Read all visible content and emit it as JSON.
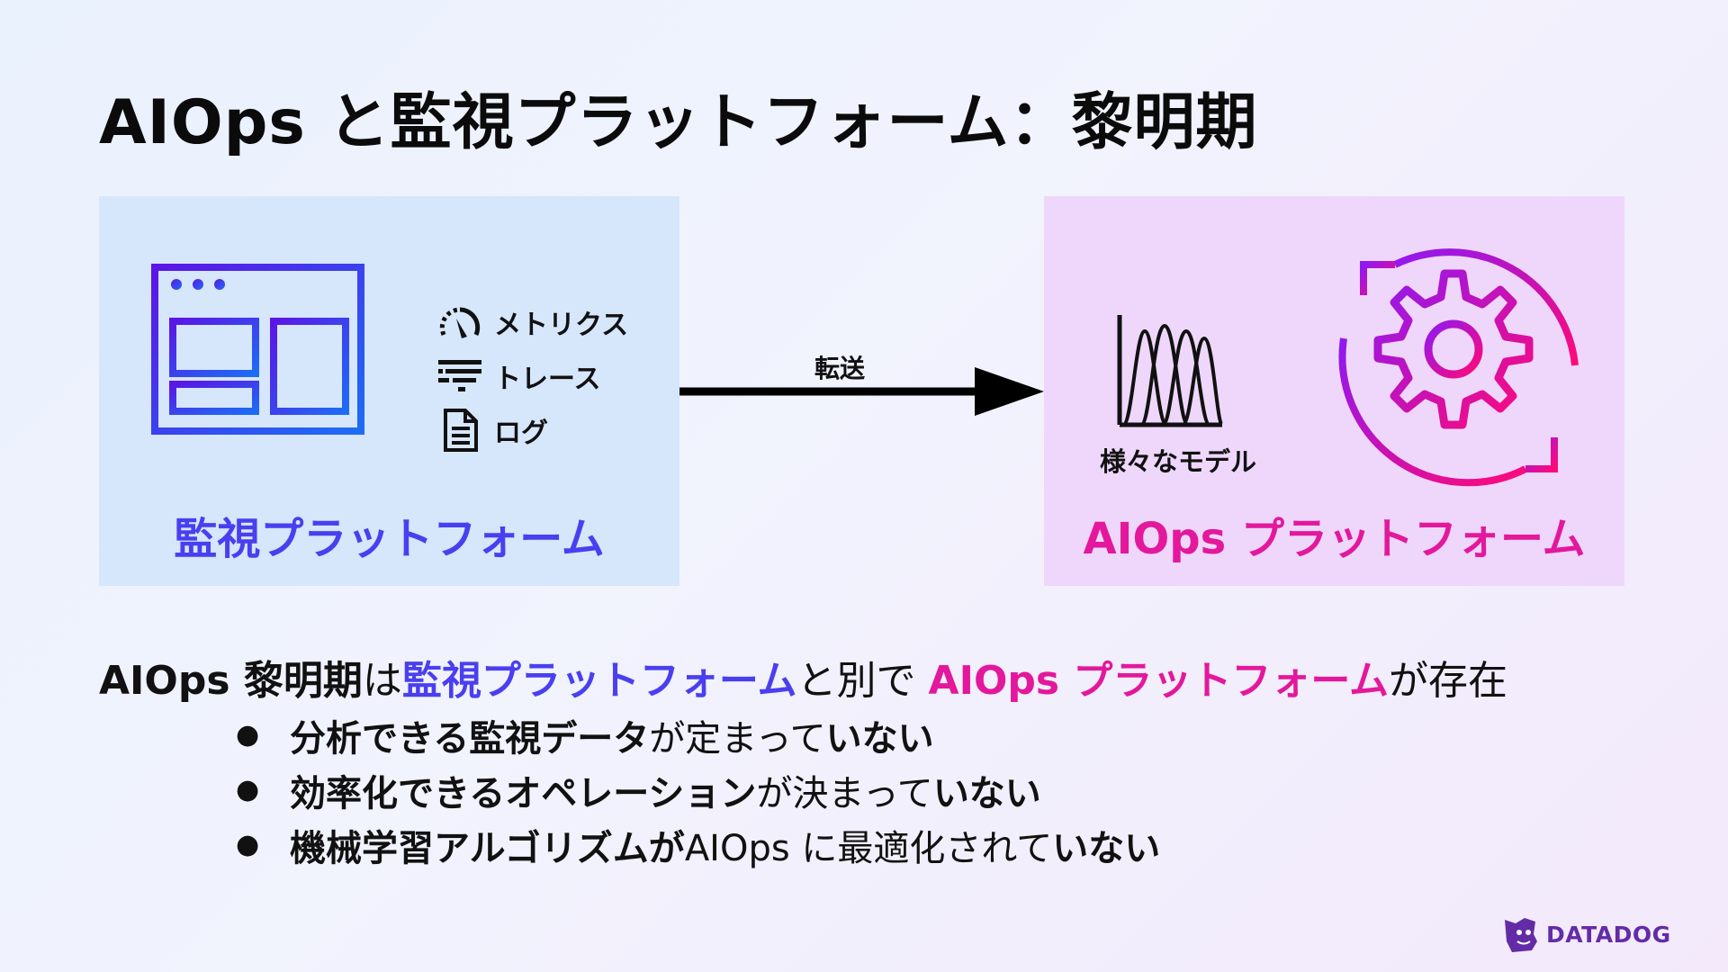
{
  "title": "AIOps と監視プラットフォーム：黎明期",
  "left_panel": {
    "label": "監視プラットフォーム",
    "signals": [
      {
        "icon": "speedometer-icon",
        "label": "メトリクス"
      },
      {
        "icon": "trace-icon",
        "label": "トレース"
      },
      {
        "icon": "document-icon",
        "label": "ログ"
      }
    ]
  },
  "arrow": {
    "label": "転送"
  },
  "right_panel": {
    "label": "AIOps プラットフォーム",
    "models_label": "様々なモデル"
  },
  "summary": {
    "prefix": "AIOps 黎明期",
    "part1": "は",
    "highlight1": "監視プラットフォーム",
    "part2": "と別で ",
    "highlight2": "AIOps プラットフォーム",
    "part3": "が存在"
  },
  "bullets": [
    {
      "bold": "分析できる監視データ",
      "normal": "が定まって",
      "bold_end": "いない"
    },
    {
      "bold": "効率化できるオペレーション",
      "normal": "が決まって",
      "bold_end": "いない"
    },
    {
      "bold": "機械学習アルゴリズムが",
      "normal": " AIOps に最適化されて",
      "bold_end": "いない"
    }
  ],
  "logo": {
    "text": "DATADOG"
  },
  "colors": {
    "accent_blue": "#4a3ff0",
    "accent_pink": "#e3189c",
    "left_panel_bg": "#d6e6fb",
    "right_panel_bg": "#eed7fb"
  }
}
